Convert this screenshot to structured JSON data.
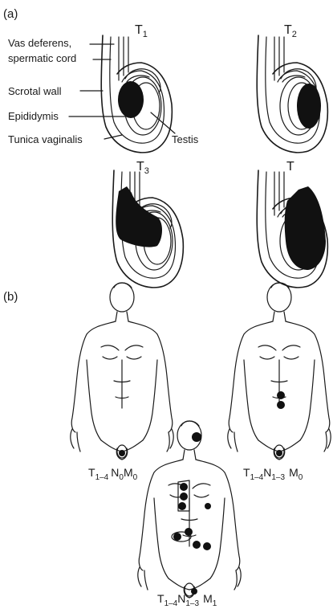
{
  "panel_a": {
    "label": "(a)",
    "stages": [
      {
        "base": "T",
        "sub": "1"
      },
      {
        "base": "T",
        "sub": "2"
      },
      {
        "base": "T",
        "sub": "3"
      },
      {
        "base": "T",
        "sub": ""
      }
    ],
    "callouts": {
      "vas_line1": "Vas deferens,",
      "vas_line2": "spermatic cord",
      "scrotal_wall": "Scrotal wall",
      "epididymis": "Epididymis",
      "tunica": "Tunica vaginalis",
      "testis": "Testis"
    }
  },
  "panel_b": {
    "label": "(b)",
    "figures": [
      {
        "t": "T",
        "t_sub": "1–4",
        "n": "N",
        "n_sub": "0",
        "m": "M",
        "m_sub": "0"
      },
      {
        "t": "T",
        "t_sub": "1–4",
        "n": "N",
        "n_sub": "1–3",
        "m": "M",
        "m_sub": "0"
      },
      {
        "t": "T",
        "t_sub": "1–4",
        "n": "N",
        "n_sub": "1–3",
        "m": "M",
        "m_sub": "1"
      }
    ]
  }
}
